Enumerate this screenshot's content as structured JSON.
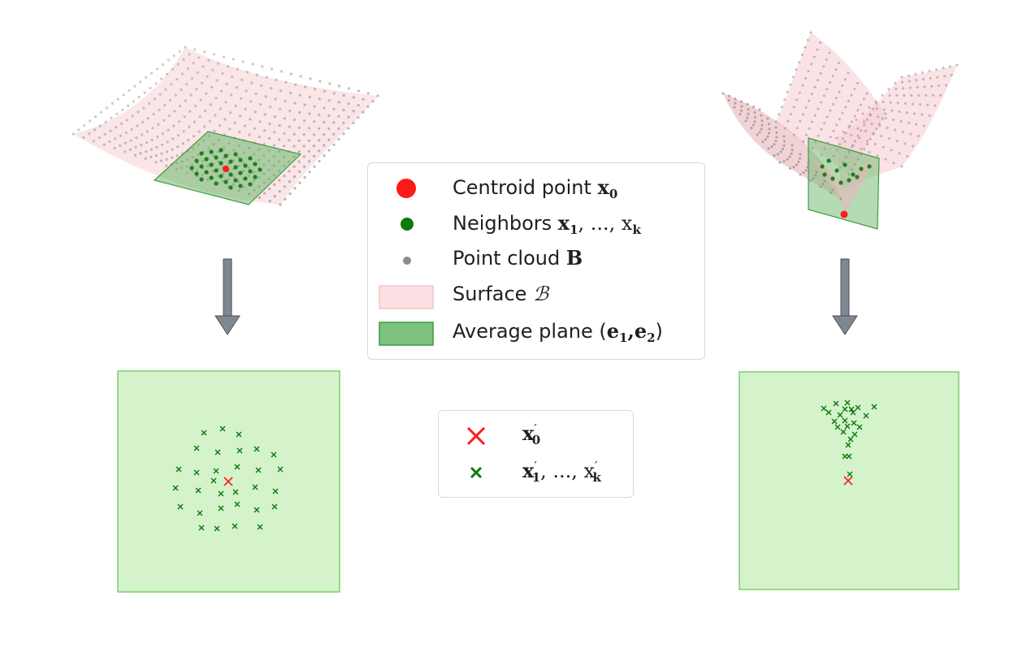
{
  "colors": {
    "centroid": "#ff1a1a",
    "neighbor": "#0b7a0b",
    "cloud": "#8c8c8c",
    "surface": "#f6cfd3",
    "plane": "#6cb86c",
    "projection_bg": "#d4f3cb",
    "projection_border": "#7ccf6d",
    "arrow": "#7f8790"
  },
  "legend_top": {
    "items": [
      {
        "symbol": "red-dot",
        "text": "Centroid point ",
        "math": "x",
        "sub": "0"
      },
      {
        "symbol": "green-dot",
        "text": "Neighbors ",
        "math": "x",
        "sub": "1",
        "extra": ", ..., x",
        "sub2": "k"
      },
      {
        "symbol": "grey-dot",
        "text": "Point cloud ",
        "math": "B"
      },
      {
        "symbol": "pink-patch",
        "text": "Surface ",
        "mathit": "ℬ"
      },
      {
        "symbol": "green-patch",
        "text": "Average plane (",
        "math": "e",
        "sub": "1",
        "extra": ",e",
        "sub2": "2",
        "tail": ")"
      }
    ]
  },
  "legend_bottom": {
    "items": [
      {
        "symbol": "red-x",
        "math": "x",
        "sup": "′",
        "sub": "0"
      },
      {
        "symbol": "green-x",
        "math": "x",
        "sup": "′",
        "sub": "1",
        "extra": ", ..., x",
        "sup2": "′",
        "sub2": "k"
      }
    ]
  }
}
